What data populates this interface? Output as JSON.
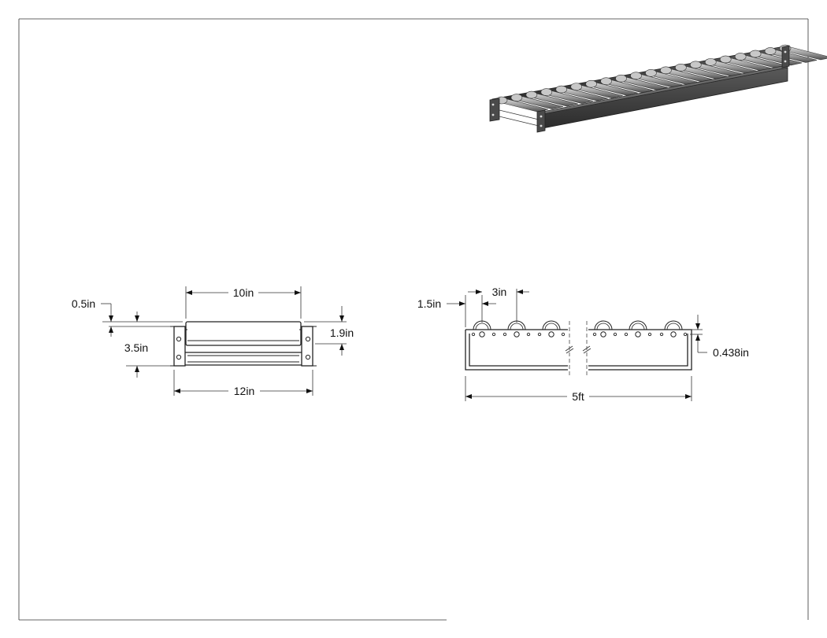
{
  "drawing": {
    "title": "",
    "end_view": {
      "dim_width_inner": "10in",
      "dim_width_outer": "12in",
      "dim_top_offset": "0.5in",
      "dim_frame_height": "3.5in",
      "dim_roller_height": "1.9in"
    },
    "side_view": {
      "dim_first_roller": "1.5in",
      "dim_roller_spacing": "3in",
      "dim_roller_offset": "0.438in",
      "dim_length": "5ft"
    },
    "iso_view": {
      "roller_count": 20
    }
  },
  "colors": {
    "frame_dark": "#3c3c3c",
    "roller_light": "#a8a8a8",
    "line": "#222222"
  }
}
